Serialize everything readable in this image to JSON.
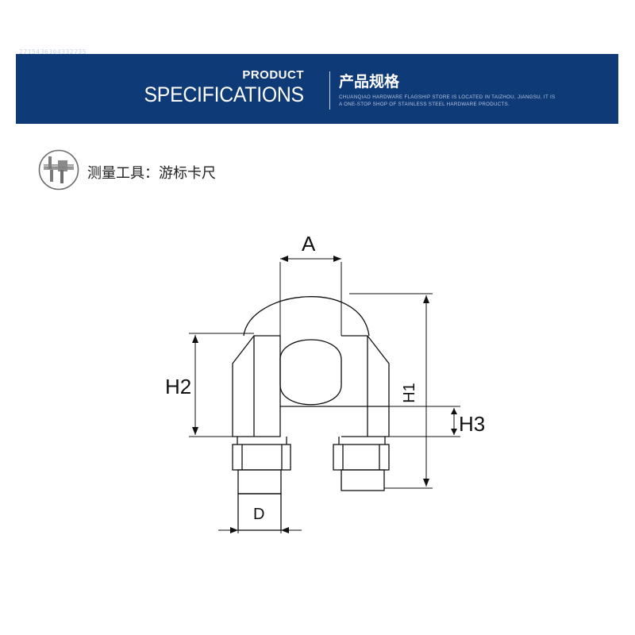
{
  "header": {
    "id_text": "2715436304332735",
    "product_label": "PRODUCT",
    "specifications_label": "SPECIFICATIONS",
    "cn_title": "产品规格",
    "desc_line1": "CHUANQIAO HARDWARE FLAGSHIP STORE IS LOCATED IN TAIZHOU, JIANGSU, IT IS",
    "desc_line2": "A ONE-STOP SHOP OF STAINLESS STEEL HARDWARE PRODUCTS."
  },
  "tool": {
    "label": "测量工具：游标卡尺",
    "icon": "vernier-caliper-icon"
  },
  "dimensions": {
    "a": "A",
    "h1": "H1",
    "h2": "H2",
    "h3": "H3",
    "d": "D"
  },
  "colors": {
    "banner": "#0e3a78",
    "line": "#111111"
  }
}
